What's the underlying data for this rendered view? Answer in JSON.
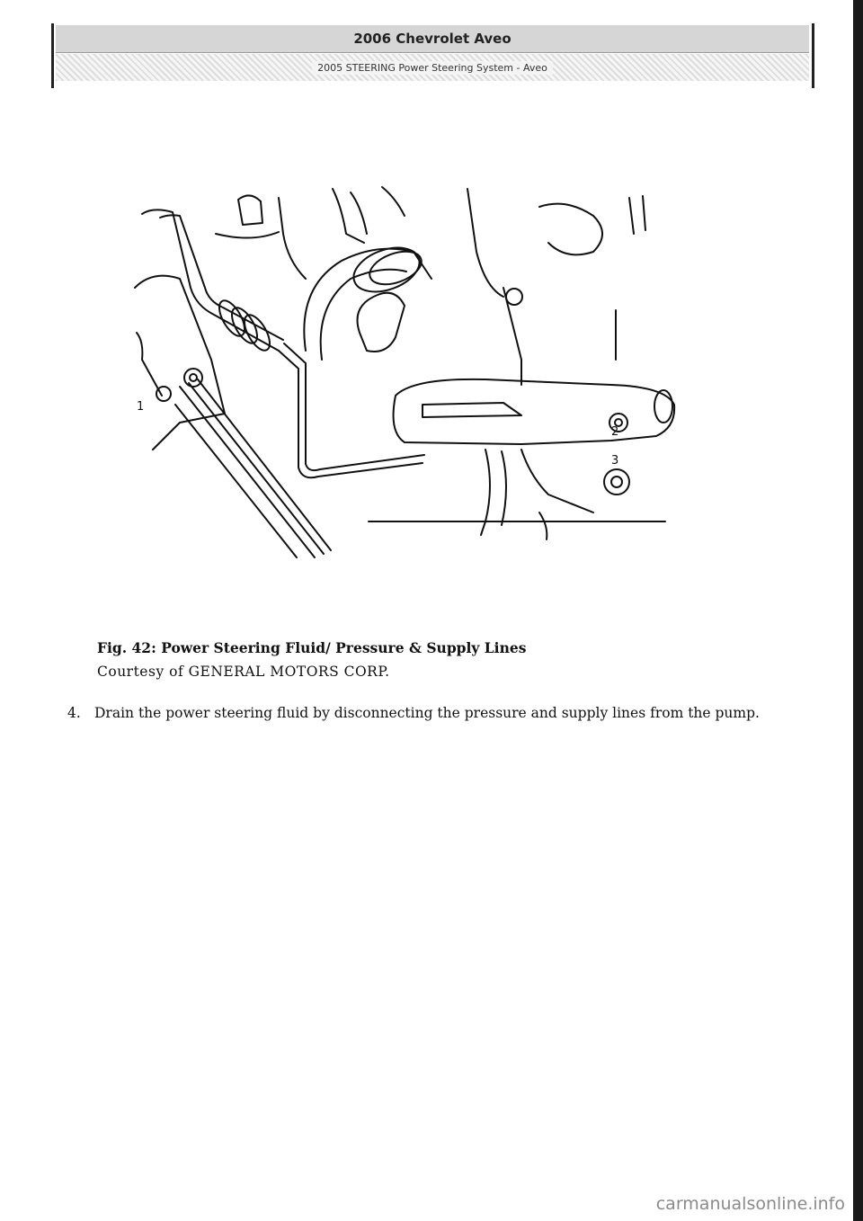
{
  "header": {
    "title": "2006 Chevrolet Aveo",
    "subtitle": "2005 STEERING Power Steering System - Aveo"
  },
  "figure": {
    "callouts": [
      "1",
      "2",
      "3"
    ]
  },
  "caption": {
    "title": "Fig. 42: Power Steering Fluid/ Pressure & Supply Lines",
    "credit": "Courtesy of GENERAL MOTORS CORP."
  },
  "step": {
    "number": "4.",
    "text": "Drain the power steering fluid by disconnecting the pressure and supply lines from the pump."
  },
  "watermark": "carmanualsonline.info"
}
